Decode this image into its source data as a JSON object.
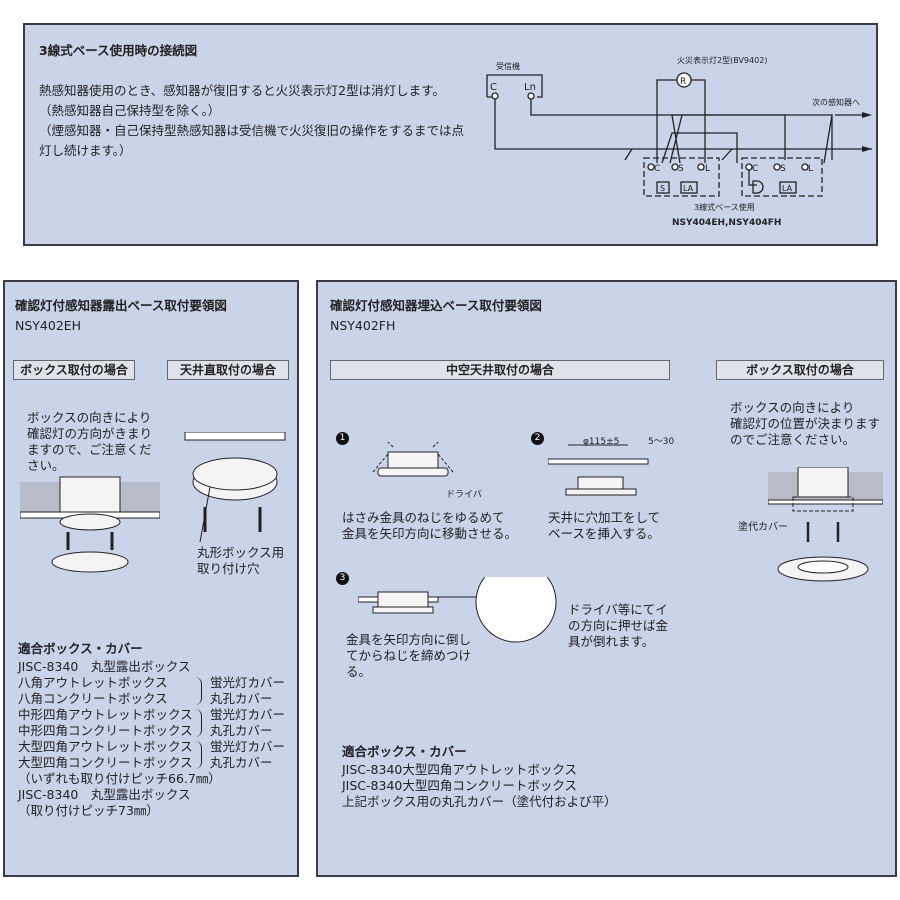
{
  "top": {
    "title": "3線式ベース使用時の接続図",
    "lines": [
      "熱感知器使用のとき、感知器が復旧すると火災表示灯2型は消灯します。",
      "（熱感知器自己保持型を除く。）",
      "（煙感知器・自己保持型熱感知器は受信機で火災復旧の操作をするまでは点",
      "灯し続けます。）"
    ],
    "diagram": {
      "receiver": "受信機",
      "c": "C",
      "ln": "Ln",
      "lamp": "火災表示灯2型(BV9402)",
      "lamp_symbol": "R",
      "next": "次の感知器へ",
      "terminal_c": "C",
      "terminal_s": "S",
      "terminal_l": "L",
      "s_box": "S",
      "la_box": "LA",
      "caption": "3線式ベース使用",
      "models": "NSY404EH,NSY404FH"
    }
  },
  "left": {
    "title": "確認灯付感知器露出ベース取付要領図",
    "model": "NSY402EH",
    "tab_box": "ボックス取付の場合",
    "tab_ceiling": "天井直取付の場合",
    "note": [
      "ボックスの向きにより",
      "確認灯の方向がきまり",
      "ますので、ご注意くだ",
      "さい。"
    ],
    "hole_label": [
      "丸形ボックス用",
      "取り付け穴"
    ],
    "compat_title": "適合ボックス・カバー",
    "rows": [
      {
        "box": "JISC-8340　丸型露出ボックス",
        "cover": ""
      },
      {
        "box": "八角アウトレットボックス",
        "cover": "蛍光灯カバー"
      },
      {
        "box": "八角コンクリートボックス",
        "cover": "丸孔カバー"
      },
      {
        "box": "中形四角アウトレットボックス",
        "cover": "蛍光灯カバー"
      },
      {
        "box": "中形四角コンクリートボックス",
        "cover": "丸孔カバー"
      },
      {
        "box": "大型四角アウトレットボックス",
        "cover": "蛍光灯カバー"
      },
      {
        "box": "大型四角コンクリートボックス",
        "cover": "丸孔カバー"
      },
      {
        "box": "（いずれも取り付けピッチ66.7㎜）",
        "cover": ""
      },
      {
        "box": "JISC-8340　丸型露出ボックス",
        "cover": ""
      },
      {
        "box": "（取り付けピッチ73㎜）",
        "cover": ""
      }
    ]
  },
  "right": {
    "title": "確認灯付感知器埋込ベース取付要領図",
    "model": "NSY402FH",
    "tab_hollow": "中空天井取付の場合",
    "tab_box": "ボックス取付の場合",
    "step1_num": "1",
    "step1_driver": "ドライバ",
    "step1": [
      "はさみ金具のねじをゆるめて",
      "金具を矢印方向に移動させる。"
    ],
    "step2_num": "2",
    "step2_dim": "φ115±5",
    "step2_thick": "5～30",
    "step2": [
      "天井に穴加工をして",
      "ベースを挿入する。"
    ],
    "step3_num": "3",
    "step3": [
      "金具を矢印方向に倒し",
      "てからねじを締めつけ",
      "る。"
    ],
    "step3_note": [
      "ドライバ等にてイ",
      "の方向に押せば金",
      "具が倒れます。"
    ],
    "box_note": [
      "ボックスの向きにより",
      "確認灯の位置が決まります",
      "のでご注意ください。"
    ],
    "cover_label": "塗代カバー",
    "compat_title": "適合ボックス・カバー",
    "compat": [
      "JISC-8340大型四角アウトレットボックス",
      "JISC-8340大型四角コンクリートボックス",
      "上記ボックス用の丸孔カバー（塗代付および平）"
    ]
  }
}
